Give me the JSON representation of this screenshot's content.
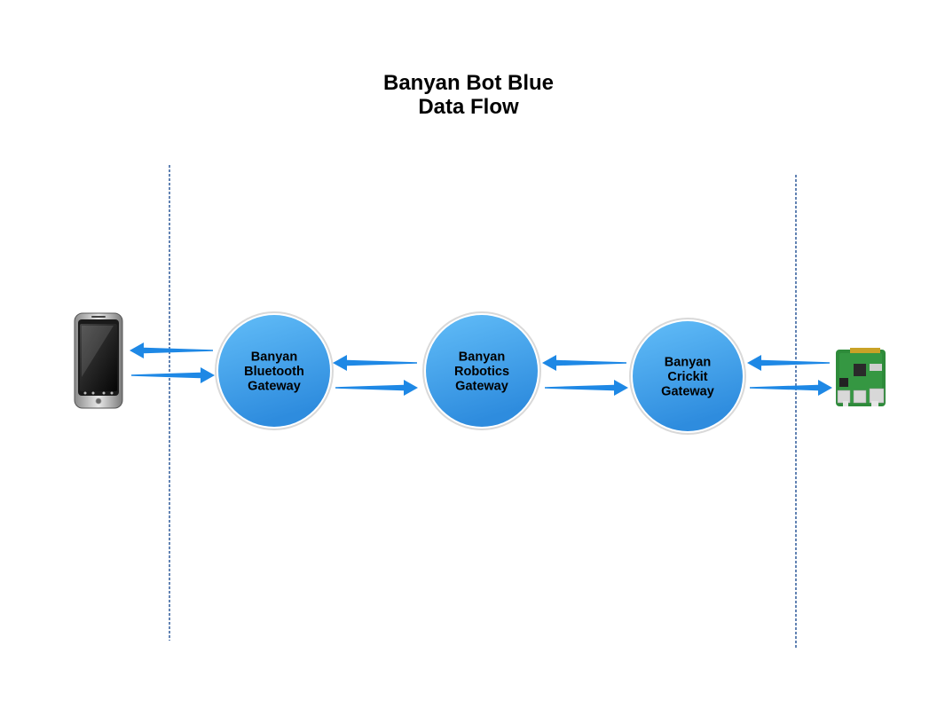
{
  "title": {
    "line1": "Banyan Bot Blue",
    "line2": "Data Flow"
  },
  "colors": {
    "node_fill_top": "#5BB8F7",
    "node_fill_bottom": "#2F8FE0",
    "node_stroke": "#D9D9D9",
    "arrow": "#1E88E5",
    "boundary": "#2E5A9A"
  },
  "nodes": [
    {
      "id": "bluetooth",
      "lines": [
        "Banyan",
        "Bluetooth",
        "Gateway"
      ]
    },
    {
      "id": "robotics",
      "lines": [
        "Banyan",
        "Robotics",
        "Gateway"
      ]
    },
    {
      "id": "crickit",
      "lines": [
        "Banyan",
        "Crickit",
        "Gateway"
      ]
    }
  ],
  "endpoints": {
    "left": {
      "icon": "smartphone-icon"
    },
    "right": {
      "icon": "raspberry-pi-board-icon"
    }
  }
}
